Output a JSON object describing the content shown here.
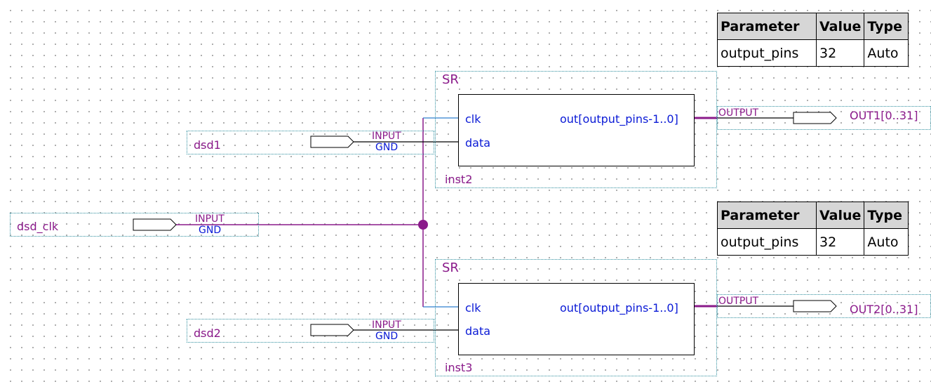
{
  "inputs": [
    {
      "name": "dsd1",
      "type_label": "INPUT",
      "default_label": "GND"
    },
    {
      "name": "dsd_clk",
      "type_label": "INPUT",
      "default_label": "GND"
    },
    {
      "name": "dsd2",
      "type_label": "INPUT",
      "default_label": "GND"
    }
  ],
  "outputs": [
    {
      "name": "OUT1[0..31]",
      "type_label": "OUTPUT"
    },
    {
      "name": "OUT2[0..31]",
      "type_label": "OUTPUT"
    }
  ],
  "blocks": [
    {
      "title": "SR",
      "instance": "inst2",
      "port_clk": "clk",
      "port_data": "data",
      "port_out": "out[output_pins-1..0]"
    },
    {
      "title": "SR",
      "instance": "inst3",
      "port_clk": "clk",
      "port_data": "data",
      "port_out": "out[output_pins-1..0]"
    }
  ],
  "param_tables": [
    {
      "headers": [
        "Parameter",
        "Value",
        "Type"
      ],
      "rows": [
        [
          "output_pins",
          "32",
          "Auto"
        ]
      ]
    },
    {
      "headers": [
        "Parameter",
        "Value",
        "Type"
      ],
      "rows": [
        [
          "output_pins",
          "32",
          "Auto"
        ]
      ]
    }
  ],
  "colors": {
    "bus": "#8a1a8a",
    "wire_blue": "#2f7fcf",
    "label_violet": "#8a1a8a",
    "label_blue": "#0a1ad6"
  }
}
